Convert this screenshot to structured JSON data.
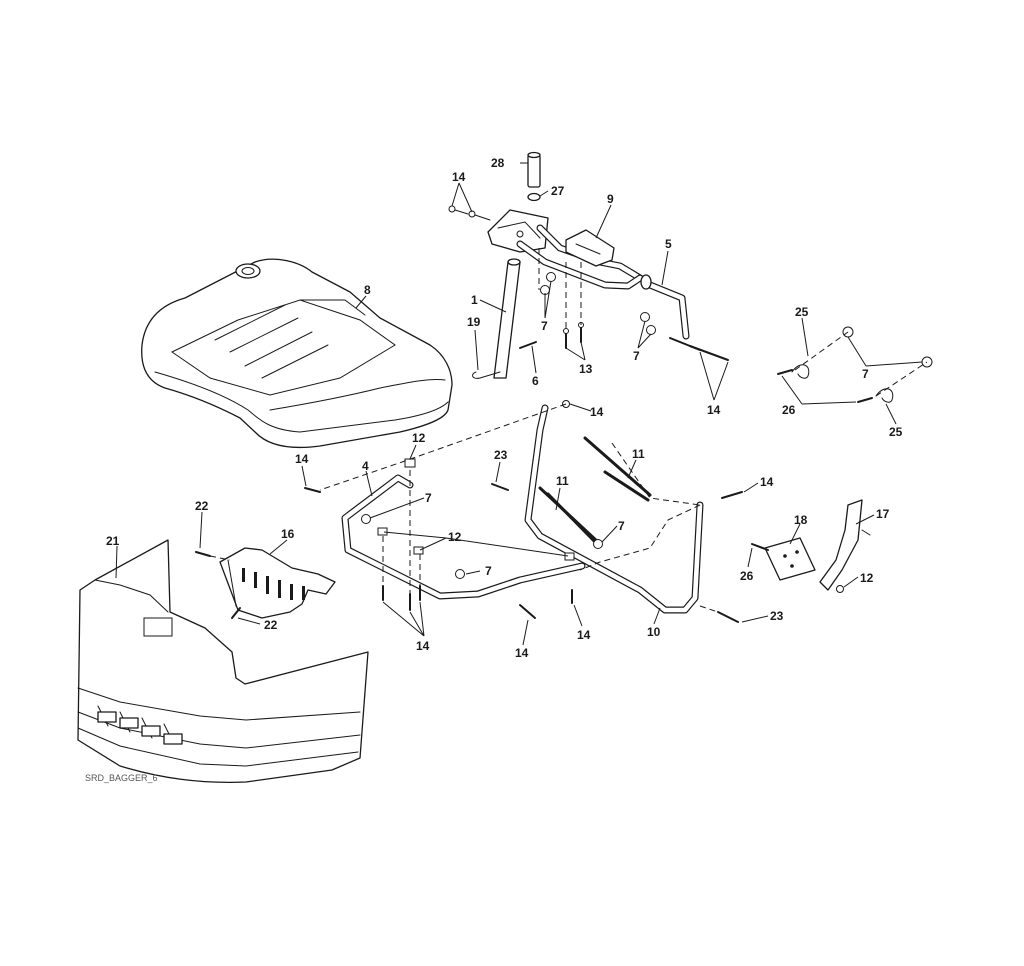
{
  "diagram": {
    "reference_code": "SRD_BAGGER_6",
    "callouts": [
      {
        "id": "c1",
        "label": "1"
      },
      {
        "id": "c4",
        "label": "4"
      },
      {
        "id": "c5",
        "label": "5"
      },
      {
        "id": "c6",
        "label": "6"
      },
      {
        "id": "c7a",
        "label": "7"
      },
      {
        "id": "c7b",
        "label": "7"
      },
      {
        "id": "c7c",
        "label": "7"
      },
      {
        "id": "c7d",
        "label": "7"
      },
      {
        "id": "c7e",
        "label": "7"
      },
      {
        "id": "c7f",
        "label": "7"
      },
      {
        "id": "c8",
        "label": "8"
      },
      {
        "id": "c9",
        "label": "9"
      },
      {
        "id": "c10",
        "label": "10"
      },
      {
        "id": "c11a",
        "label": "11"
      },
      {
        "id": "c11b",
        "label": "11"
      },
      {
        "id": "c12a",
        "label": "12"
      },
      {
        "id": "c12b",
        "label": "12"
      },
      {
        "id": "c12c",
        "label": "12"
      },
      {
        "id": "c13",
        "label": "13"
      },
      {
        "id": "c14a",
        "label": "14"
      },
      {
        "id": "c14b",
        "label": "14"
      },
      {
        "id": "c14c",
        "label": "14"
      },
      {
        "id": "c14d",
        "label": "14"
      },
      {
        "id": "c14e",
        "label": "14"
      },
      {
        "id": "c14f",
        "label": "14"
      },
      {
        "id": "c14g",
        "label": "14"
      },
      {
        "id": "c14h",
        "label": "14"
      },
      {
        "id": "c14i",
        "label": "14"
      },
      {
        "id": "c16",
        "label": "16"
      },
      {
        "id": "c17",
        "label": "17"
      },
      {
        "id": "c18",
        "label": "18"
      },
      {
        "id": "c19",
        "label": "19"
      },
      {
        "id": "c21",
        "label": "21"
      },
      {
        "id": "c22a",
        "label": "22"
      },
      {
        "id": "c22b",
        "label": "22"
      },
      {
        "id": "c23a",
        "label": "23"
      },
      {
        "id": "c23b",
        "label": "23"
      },
      {
        "id": "c25a",
        "label": "25"
      },
      {
        "id": "c25b",
        "label": "25"
      },
      {
        "id": "c26a",
        "label": "26"
      },
      {
        "id": "c26b",
        "label": "26"
      },
      {
        "id": "c27",
        "label": "27"
      },
      {
        "id": "c28",
        "label": "28"
      }
    ]
  }
}
